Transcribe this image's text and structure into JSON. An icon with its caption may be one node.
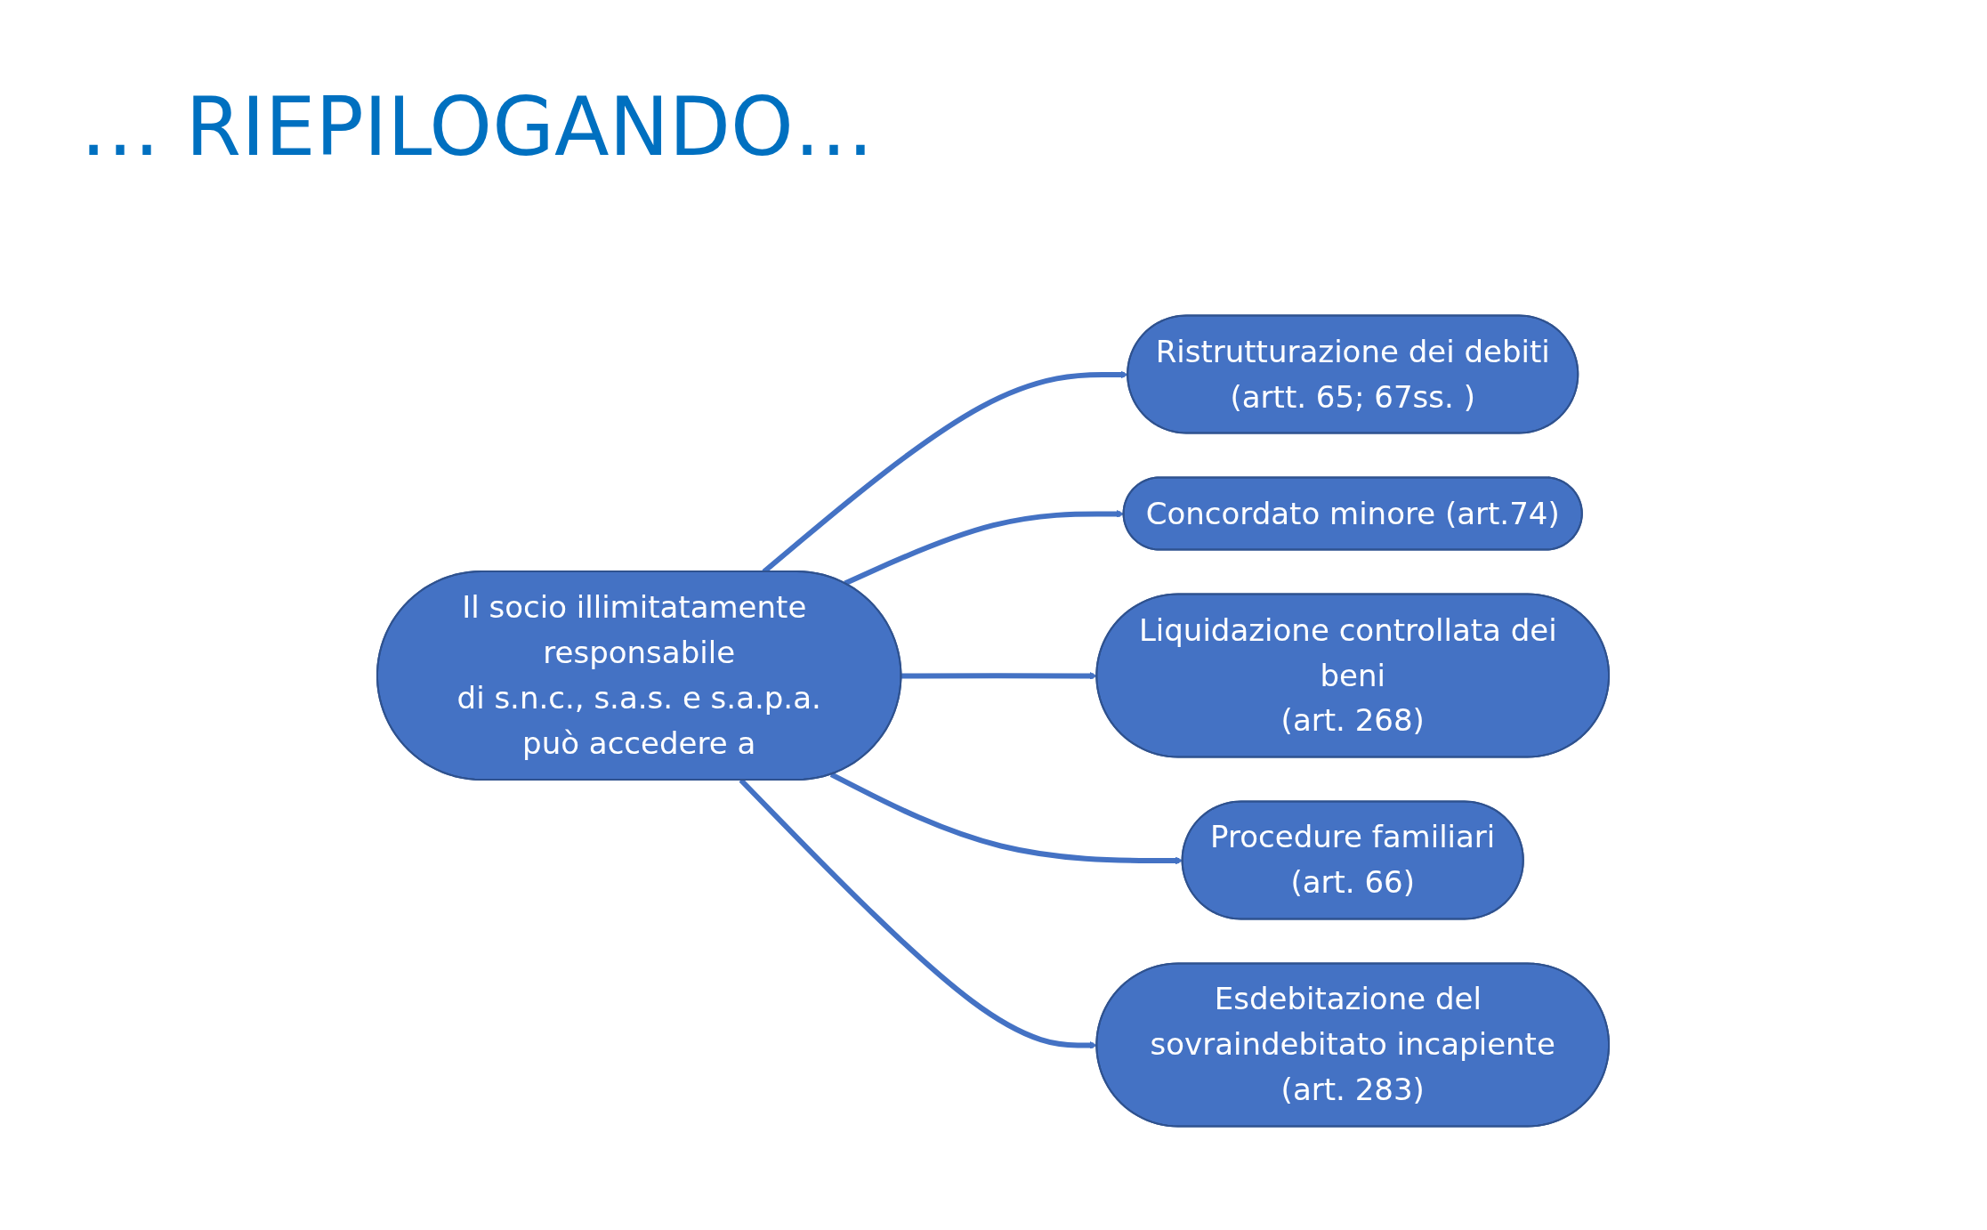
{
  "diagram": {
    "title": "… RIEPILOGANDO…",
    "nodes": [
      {
        "text": [
          "Il socio illimitatamente responsabile",
          "di s.n.c., s.a.s. e s.a.p.a.",
          "può accedere a"
        ]
      },
      {
        "text": [
          "Ristrutturazione dei debiti",
          "(artt. 65; 67ss. )"
        ]
      },
      {
        "text": [
          "Concordato minore (art.74)"
        ]
      },
      {
        "text": [
          "Liquidazione controllata dei beni",
          "(art. 268)"
        ]
      },
      {
        "text": [
          "Procedure familiari",
          "(art. 66)"
        ]
      },
      {
        "text": [
          "Esdebitazione del sovraindebitato incapiente",
          "(art. 283)"
        ]
      }
    ],
    "edges": [
      {
        "from": 0,
        "to": 1,
        "arrow": "to"
      },
      {
        "from": 0,
        "to": 2,
        "arrow": "to"
      },
      {
        "from": 0,
        "to": 3,
        "arrow": "to"
      },
      {
        "from": 0,
        "to": 4,
        "arrow": "to"
      },
      {
        "from": 0,
        "to": 5,
        "arrow": "to"
      }
    ]
  }
}
